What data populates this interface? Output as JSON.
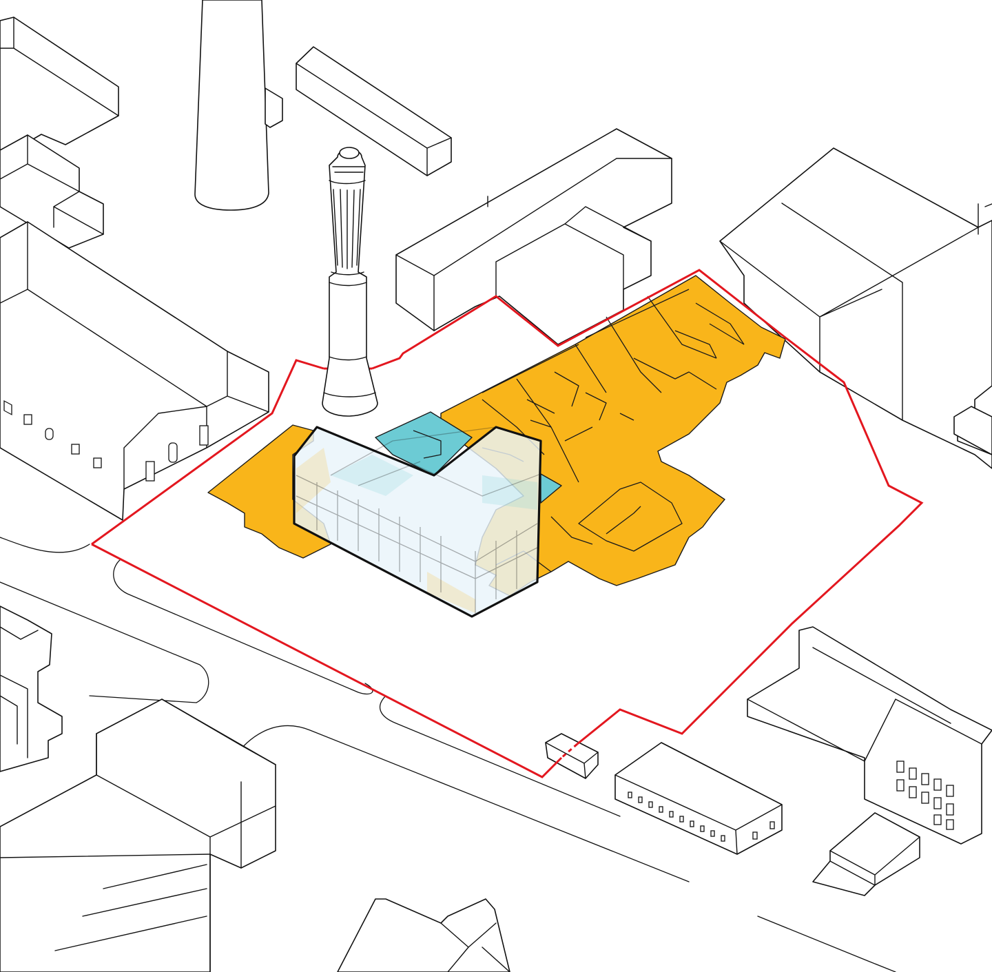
{
  "colors": {
    "boundary": "#e3171f",
    "footprint_orange": "#f9b51a",
    "footprint_blue": "#6ccbd4",
    "facade_overlay": "#e9f4fa",
    "line": "#111111",
    "background": "#ffffff"
  },
  "layers": [
    {
      "name": "context-buildings",
      "style": "white massing with black outline"
    },
    {
      "name": "site-boundary",
      "style": "red line"
    },
    {
      "name": "existing-footprint",
      "style": "orange fill"
    },
    {
      "name": "blue-footprint",
      "style": "cyan fill"
    },
    {
      "name": "retained-building",
      "style": "translucent facade with bold outline"
    },
    {
      "name": "historic-chimney",
      "style": "bold outline"
    }
  ]
}
